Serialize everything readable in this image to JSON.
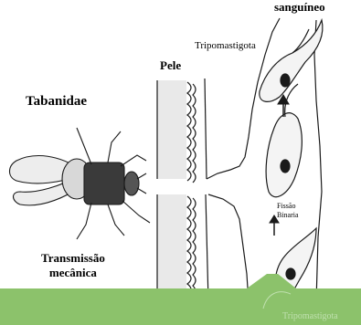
{
  "labels": {
    "sanguineo": "sanguíneo",
    "tripomastigota_top": "Tripomastigota",
    "tabanidae": "Tabanidae",
    "pele": "Pele",
    "transmissao_line1": "Transmissão",
    "transmissao_line2": "mecânica",
    "fissao_line1": "Fissão",
    "fissao_line2": "Binaria",
    "tripomastigota_bottom": "Tripomastigota"
  },
  "colors": {
    "banner_green": "#8cc26b",
    "banner_text": "#bfe0ae",
    "fly_body": "#3a3a3a",
    "ink": "#1a1a1a"
  },
  "icons": {
    "fly": "tabanid-fly-icon",
    "arrow": "up-arrow-icon"
  }
}
